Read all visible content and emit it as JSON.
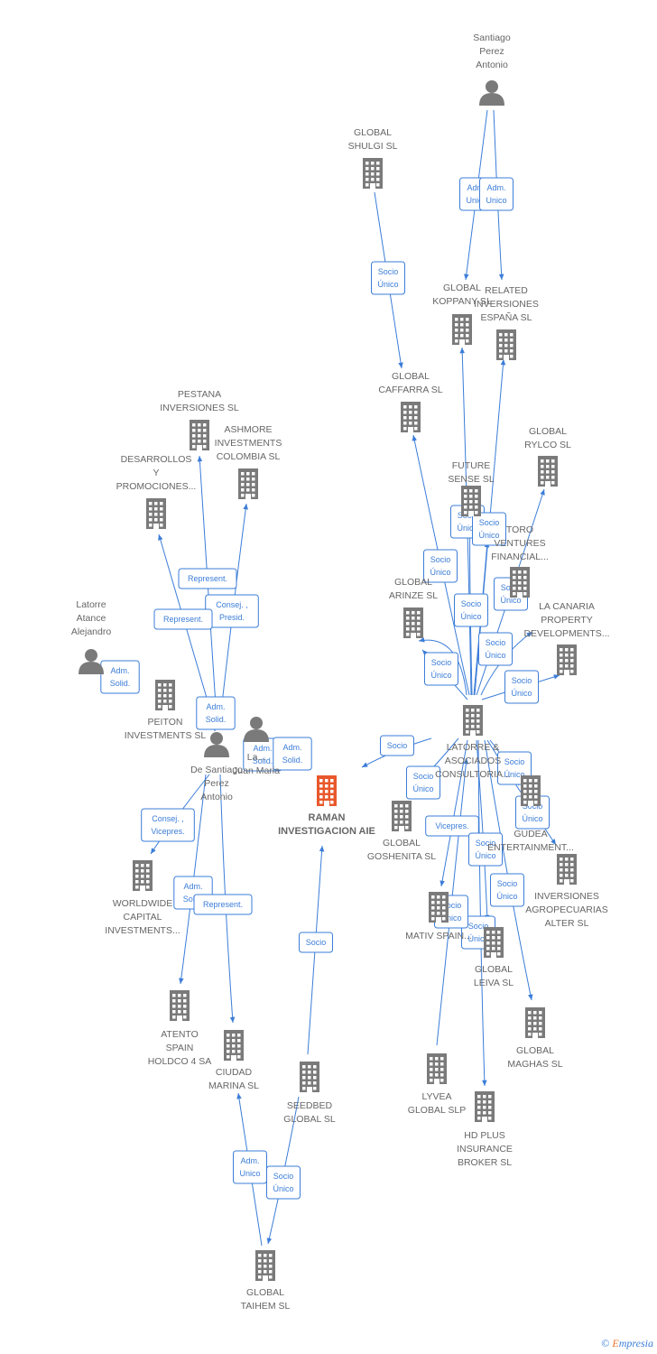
{
  "nodes": [
    {
      "id": "santiago_perez_antonio",
      "type": "person",
      "label": [
        "Santiago",
        "Perez",
        "Antonio"
      ]
    },
    {
      "id": "global_shulgi",
      "type": "company",
      "label": [
        "GLOBAL",
        "SHULGI  SL"
      ]
    },
    {
      "id": "global_koppany",
      "type": "company",
      "label": [
        "GLOBAL",
        "KOPPANY  SL"
      ]
    },
    {
      "id": "related_inversiones",
      "type": "company",
      "label": [
        "RELATED",
        "INVERSIONES",
        "ESPAÑA  SL"
      ]
    },
    {
      "id": "global_caffarra",
      "type": "company",
      "label": [
        "GLOBAL",
        "CAFFARRA  SL"
      ]
    },
    {
      "id": "pestana",
      "type": "company",
      "label": [
        "PESTANA",
        "INVERSIONES SL"
      ]
    },
    {
      "id": "ashmore",
      "type": "company",
      "label": [
        "ASHMORE",
        "INVESTMENTS",
        "COLOMBIA SL"
      ]
    },
    {
      "id": "desarrollos",
      "type": "company",
      "label": [
        "DESARROLLOS",
        "Y",
        "PROMOCIONES..."
      ]
    },
    {
      "id": "global_rylco",
      "type": "company",
      "label": [
        "GLOBAL",
        "RYLCO  SL"
      ]
    },
    {
      "id": "future_sense",
      "type": "company",
      "label": [
        "FUTURE",
        "SENSE  SL"
      ]
    },
    {
      "id": "toro_ventures",
      "type": "company",
      "label": [
        "TORO",
        "VENTURES",
        "FINANCIAL..."
      ]
    },
    {
      "id": "global_arinze",
      "type": "company",
      "label": [
        "GLOBAL",
        "ARINZE  SL"
      ]
    },
    {
      "id": "la_canaria",
      "type": "company",
      "label": [
        "LA CANARIA",
        "PROPERTY",
        "DEVELOPMENTS..."
      ]
    },
    {
      "id": "latorre_atance",
      "type": "person",
      "label": [
        "Latorre",
        "Atance",
        "Alejandro"
      ]
    },
    {
      "id": "peiton",
      "type": "company",
      "label": [
        "PEITON",
        "INVESTMENTS SL"
      ]
    },
    {
      "id": "de_santiago",
      "type": "person",
      "label": [
        "De Santiago",
        "Perez",
        "Antonio"
      ]
    },
    {
      "id": "latorre_juan_maria",
      "type": "person",
      "label": [
        "La...",
        "Juan Maria"
      ]
    },
    {
      "id": "raman",
      "type": "focus",
      "label": [
        "RAMAN",
        "INVESTIGACION AIE"
      ]
    },
    {
      "id": "latorre_asociados",
      "type": "company",
      "label": [
        "LATORRE &",
        "ASOCIADOS",
        "CONSULTORIA..."
      ]
    },
    {
      "id": "global_goshenita",
      "type": "company",
      "label": [
        "GLOBAL",
        "GOSHENITA SL"
      ]
    },
    {
      "id": "gudea",
      "type": "company",
      "label": [
        "GUDEA",
        "ENTERTAINMENT..."
      ]
    },
    {
      "id": "worldwide_capital",
      "type": "company",
      "label": [
        "WORLDWIDE",
        "CAPITAL",
        "INVESTMENTS..."
      ]
    },
    {
      "id": "inversiones_agro",
      "type": "company",
      "label": [
        "INVERSIONES",
        "AGROPECUARIAS",
        "ALTER  SL"
      ]
    },
    {
      "id": "mativ_spain",
      "type": "company",
      "label": [
        "MATIV SPAIN..."
      ]
    },
    {
      "id": "global_leiva",
      "type": "company",
      "label": [
        "GLOBAL",
        "LEIVA  SL"
      ]
    },
    {
      "id": "atento_spain",
      "type": "company",
      "label": [
        "ATENTO",
        "SPAIN",
        "HOLDCO 4 SA"
      ]
    },
    {
      "id": "ciudad_marina",
      "type": "company",
      "label": [
        "CIUDAD",
        "MARINA SL"
      ]
    },
    {
      "id": "global_maghas",
      "type": "company",
      "label": [
        "GLOBAL",
        "MAGHAS  SL"
      ]
    },
    {
      "id": "seedbed_global",
      "type": "company",
      "label": [
        "SEEDBED",
        "GLOBAL  SL"
      ]
    },
    {
      "id": "lyvea_global",
      "type": "company",
      "label": [
        "LYVEA",
        "GLOBAL  SLP"
      ]
    },
    {
      "id": "hd_plus",
      "type": "company",
      "label": [
        "HD PLUS",
        "INSURANCE",
        "BROKER  SL"
      ]
    },
    {
      "id": "global_taihem",
      "type": "company",
      "label": [
        "GLOBAL",
        "TAIHEM SL"
      ]
    }
  ],
  "edges": [
    {
      "from": "santiago_perez_antonio",
      "to": "global_koppany",
      "label": [
        "Adm.",
        "Unico"
      ]
    },
    {
      "from": "santiago_perez_antonio",
      "to": "related_inversiones",
      "label": [
        "Adm.",
        "Unico"
      ]
    },
    {
      "from": "global_shulgi",
      "to": "global_caffarra",
      "label": [
        "Socio",
        "Único"
      ]
    },
    {
      "from": "latorre_asociados",
      "to": "global_koppany",
      "label": []
    },
    {
      "from": "latorre_asociados",
      "to": "related_inversiones",
      "label": []
    },
    {
      "from": "latorre_asociados",
      "to": "global_caffarra",
      "label": [
        "Socio",
        "Único"
      ]
    },
    {
      "from": "latorre_asociados",
      "to": "global_rylco",
      "label": [
        "Socio",
        "Único"
      ]
    },
    {
      "from": "latorre_asociados",
      "to": "future_sense",
      "label": [
        "Socio",
        "Único"
      ]
    },
    {
      "from": "latorre_asociados",
      "to": "toro_ventures",
      "label": [
        "Socio",
        "Único"
      ]
    },
    {
      "from": "latorre_asociados",
      "to": "global_arinze",
      "label": [
        "Socio",
        "Único"
      ]
    },
    {
      "from": "latorre_asociados",
      "to": "la_canaria",
      "label": [
        "Socio",
        "Único"
      ]
    },
    {
      "from": "latorre_asociados",
      "to": "global_arinze",
      "label": [
        "Socio",
        "Único"
      ]
    },
    {
      "from": "latorre_asociados",
      "to": "la_canaria",
      "label": [
        "Socio",
        "Único"
      ]
    },
    {
      "from": "latorre_asociados",
      "to": "raman",
      "label": [
        "Socio"
      ]
    },
    {
      "from": "latorre_asociados",
      "to": "global_goshenita",
      "label": [
        "Socio",
        "Único"
      ]
    },
    {
      "from": "latorre_asociados",
      "to": "gudea",
      "label": [
        "Socio",
        "Único"
      ]
    },
    {
      "from": "latorre_asociados",
      "to": "inversiones_agro",
      "label": [
        "Socio",
        "Único"
      ]
    },
    {
      "from": "latorre_asociados",
      "to": "mativ_spain",
      "label": [
        "Vicepres."
      ]
    },
    {
      "from": "latorre_asociados",
      "to": "global_leiva",
      "label": [
        "Socio",
        "Único"
      ]
    },
    {
      "from": "latorre_asociados",
      "to": "global_maghas",
      "label": [
        "Socio",
        "Único"
      ]
    },
    {
      "from": "latorre_asociados",
      "to": "hd_plus",
      "label": [
        "Socio",
        "Único"
      ]
    },
    {
      "from": "lyvea_global",
      "to": "latorre_asociados",
      "label": [
        "Socio",
        "Único"
      ]
    },
    {
      "from": "de_santiago",
      "to": "pestana",
      "label": [
        "Represent."
      ]
    },
    {
      "from": "de_santiago",
      "to": "ashmore",
      "label": [
        "Consej. ,",
        "Presid."
      ]
    },
    {
      "from": "de_santiago",
      "to": "desarrollos",
      "label": [
        "Represent."
      ]
    },
    {
      "from": "latorre_atance",
      "to": "peiton",
      "label": [
        "Adm.",
        "Solid."
      ]
    },
    {
      "from": "de_santiago",
      "to": "peiton",
      "label": [
        "Adm.",
        "Solid."
      ]
    },
    {
      "from": "latorre_juan_maria",
      "to": "peiton",
      "label": [
        "Adm.",
        "Solid."
      ]
    },
    {
      "from": "latorre_juan_maria",
      "to": "peiton",
      "label": [
        "Adm.",
        "Solid."
      ]
    },
    {
      "from": "de_santiago",
      "to": "worldwide_capital",
      "label": [
        "Consej. ,",
        "Vicepres."
      ]
    },
    {
      "from": "de_santiago",
      "to": "atento_spain",
      "label": [
        "Adm.",
        "Solid."
      ]
    },
    {
      "from": "de_santiago",
      "to": "ciudad_marina",
      "label": [
        "Represent."
      ]
    },
    {
      "from": "seedbed_global",
      "to": "raman",
      "label": [
        "Socio"
      ]
    },
    {
      "from": "global_taihem",
      "to": "ciudad_marina",
      "label": [
        "Adm.",
        "Unico"
      ]
    },
    {
      "from": "seedbed_global",
      "to": "global_taihem",
      "label": [
        "Socio",
        "Único"
      ]
    }
  ],
  "colors": {
    "edge": "#3b7dd8",
    "node_icon": "#7a7a7a",
    "focus_icon": "#e8582c",
    "label_text": "#666666",
    "brand_orange": "#e8742c"
  },
  "footer": {
    "copyright_symbol": "©",
    "brand_letter": "E",
    "brand_rest": "mpresia"
  }
}
